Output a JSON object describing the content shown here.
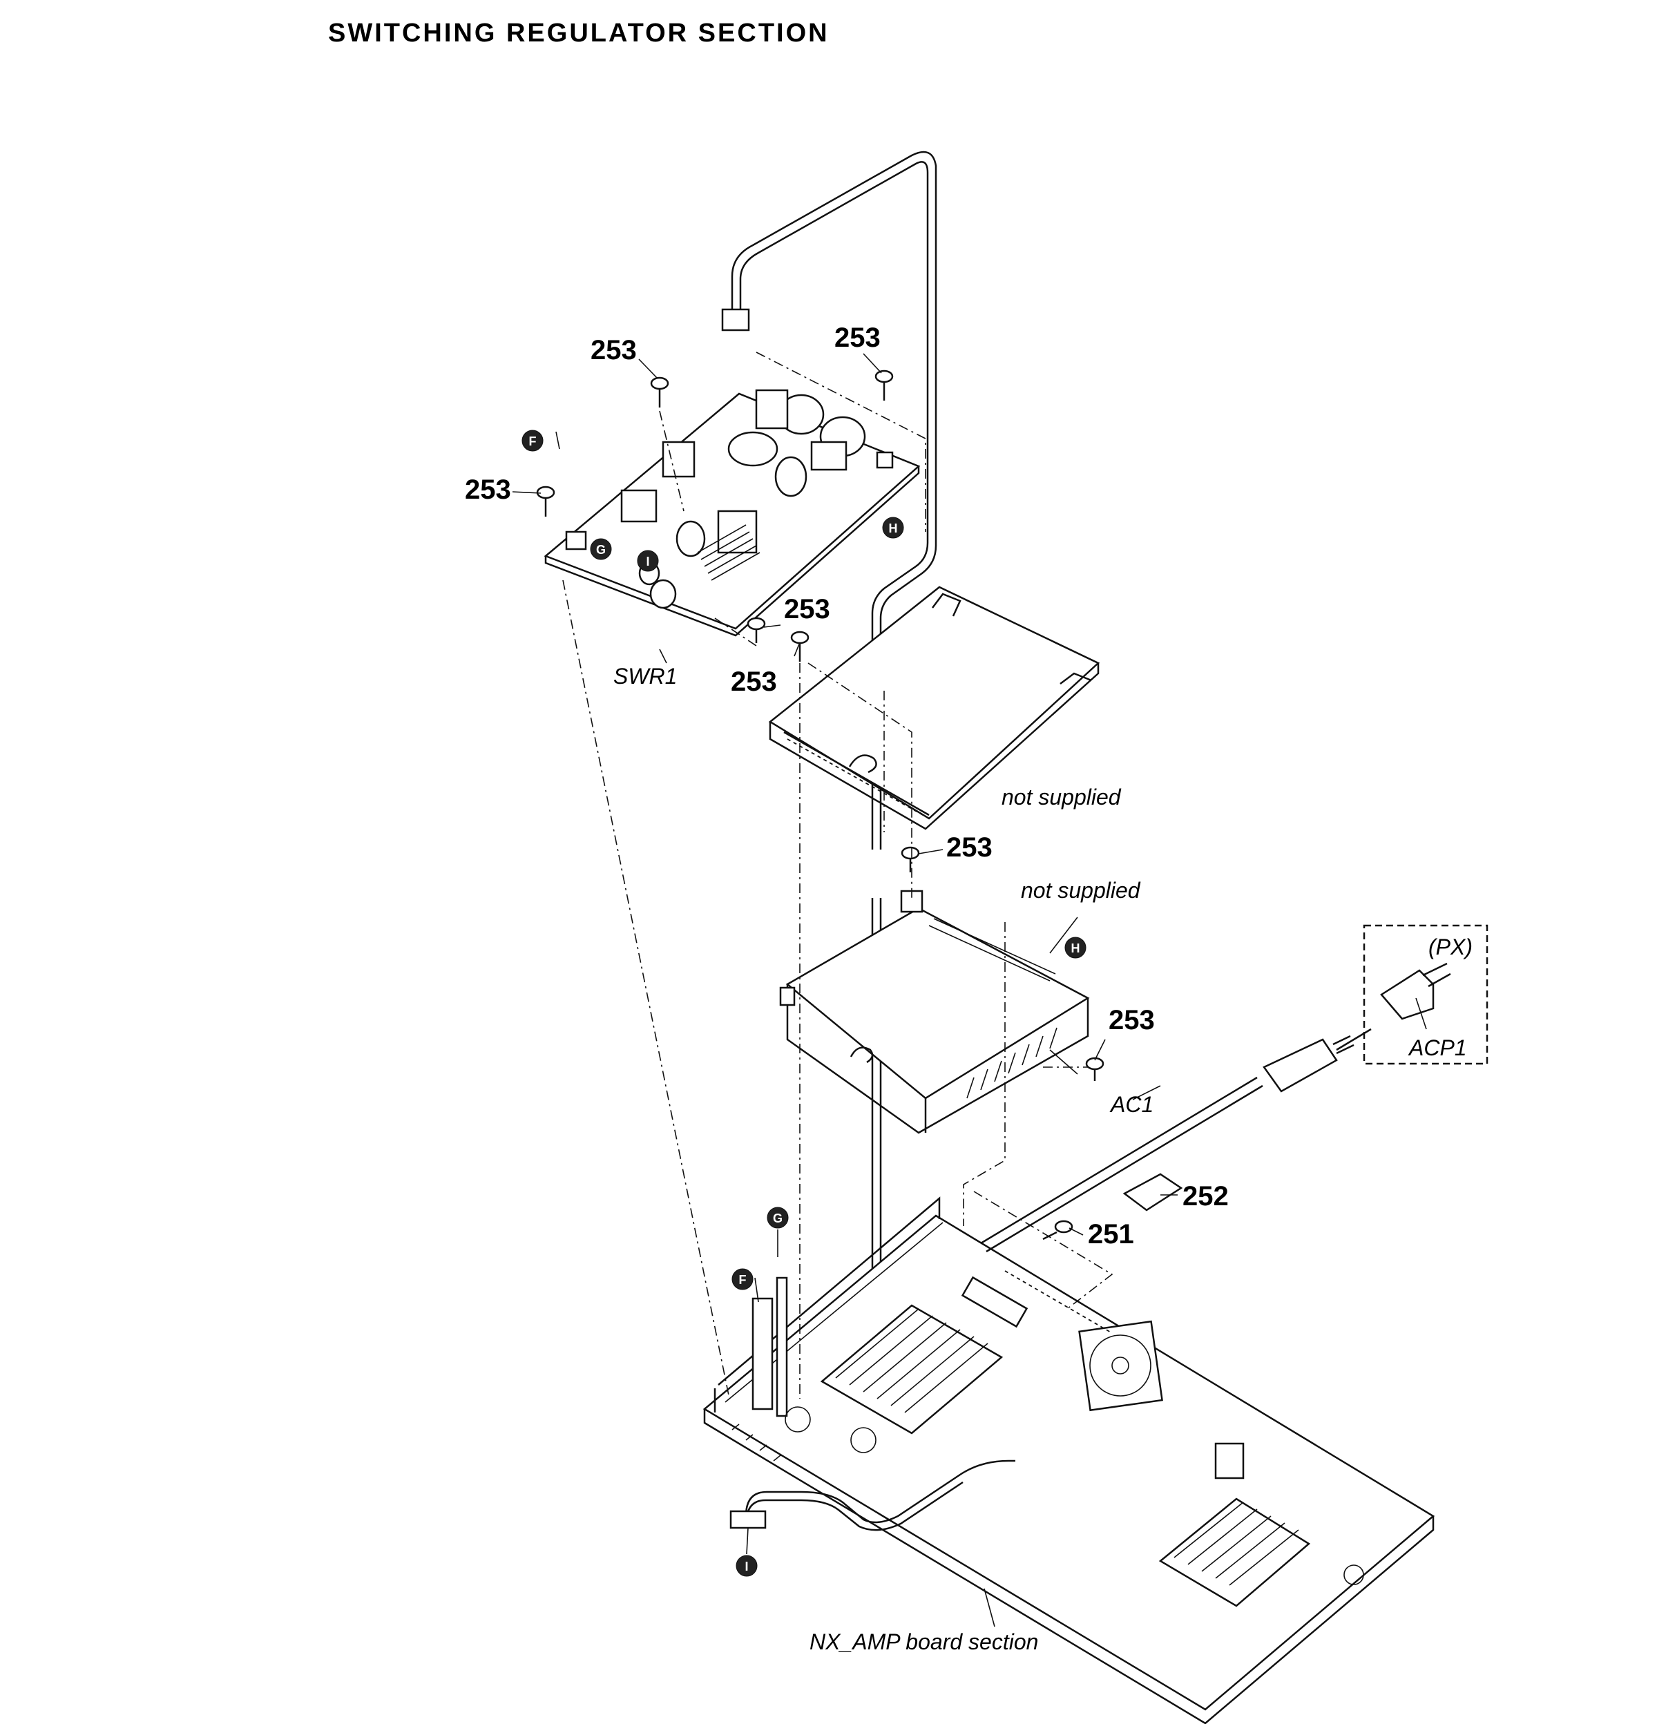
{
  "title": "SWITCHING REGULATOR SECTION",
  "callouts": {
    "screw_253_a": "253",
    "screw_253_b": "253",
    "screw_253_c": "253",
    "screw_253_d": "253",
    "screw_253_e": "253",
    "screw_253_f": "253",
    "screw_253_g": "253",
    "part_252": "252",
    "part_251": "251"
  },
  "labels": {
    "swr1": "SWR1",
    "not_supplied_upper": "not supplied",
    "not_supplied_lower": "not supplied",
    "px": "(PX)",
    "acp1": "ACP1",
    "ac1": "AC1",
    "nx_amp": "NX_AMP board section"
  },
  "markers": {
    "f_top": "F",
    "g_top": "G",
    "i_top": "I",
    "h_top": "H",
    "h_mid": "H",
    "g_bottom": "G",
    "f_bottom": "F",
    "i_bottom": "I"
  }
}
